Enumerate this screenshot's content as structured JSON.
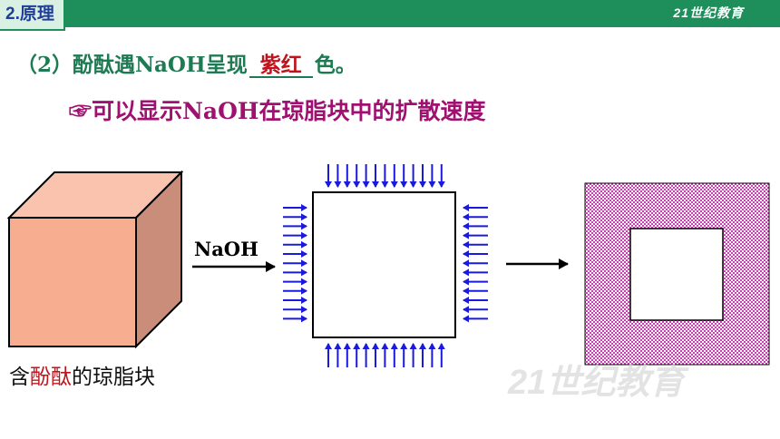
{
  "header": {
    "section_label": "2.原理",
    "brand_text": "21世纪教育"
  },
  "content": {
    "statement_prefix": "（2）酚酞遇NaOH呈现",
    "statement_answer": "紫红",
    "statement_suffix": "色。",
    "point_icon": "pointing-hand-icon",
    "point_symbol": "☞",
    "point_text": "可以显示NaOH在琼脂块中的扩散速度",
    "naoh_label": "NaOH",
    "caption_prefix": "含",
    "caption_highlight": "酚酞",
    "caption_suffix": "的琼脂块",
    "watermark_text": "21世纪教育"
  },
  "colors": {
    "header_green": "#1e8f5a",
    "section_text": "#1f3e9a",
    "statement_green": "#1e7a52",
    "answer_red": "#c0141c",
    "point_purple": "#a01070",
    "cube_front": "#f7ad8f",
    "cube_side": "#c98d79",
    "arrow_blue": "#1a1adf",
    "diffused_magenta": "#d03ab8"
  }
}
